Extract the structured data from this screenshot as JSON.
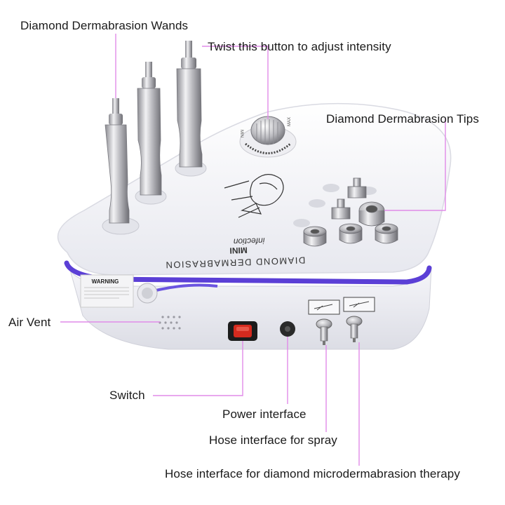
{
  "callouts": {
    "wands": "Diamond Dermabrasion Wands",
    "knob": "Twist this button to adjust intensity",
    "tips": "Diamond Dermabrasion Tips",
    "air_vent": "Air Vent",
    "switch": "Switch",
    "power": "Power interface",
    "spray": "Hose interface for spray",
    "therapy": "Hose interface for diamond microdermabrasion therapy"
  },
  "device": {
    "brand_text": "DIAMOND DERMABRASION",
    "model_text": "MINI",
    "script_text": "infection",
    "warning_text": "WARNING",
    "knob_min": "MIN",
    "knob_max": "MAX"
  },
  "colors": {
    "body": "#f4f5f9",
    "accent_led": "#5b3fd6",
    "callout_line": "#e08be8",
    "switch_red": "#d42a1e",
    "metal": "#c8c8cc"
  }
}
